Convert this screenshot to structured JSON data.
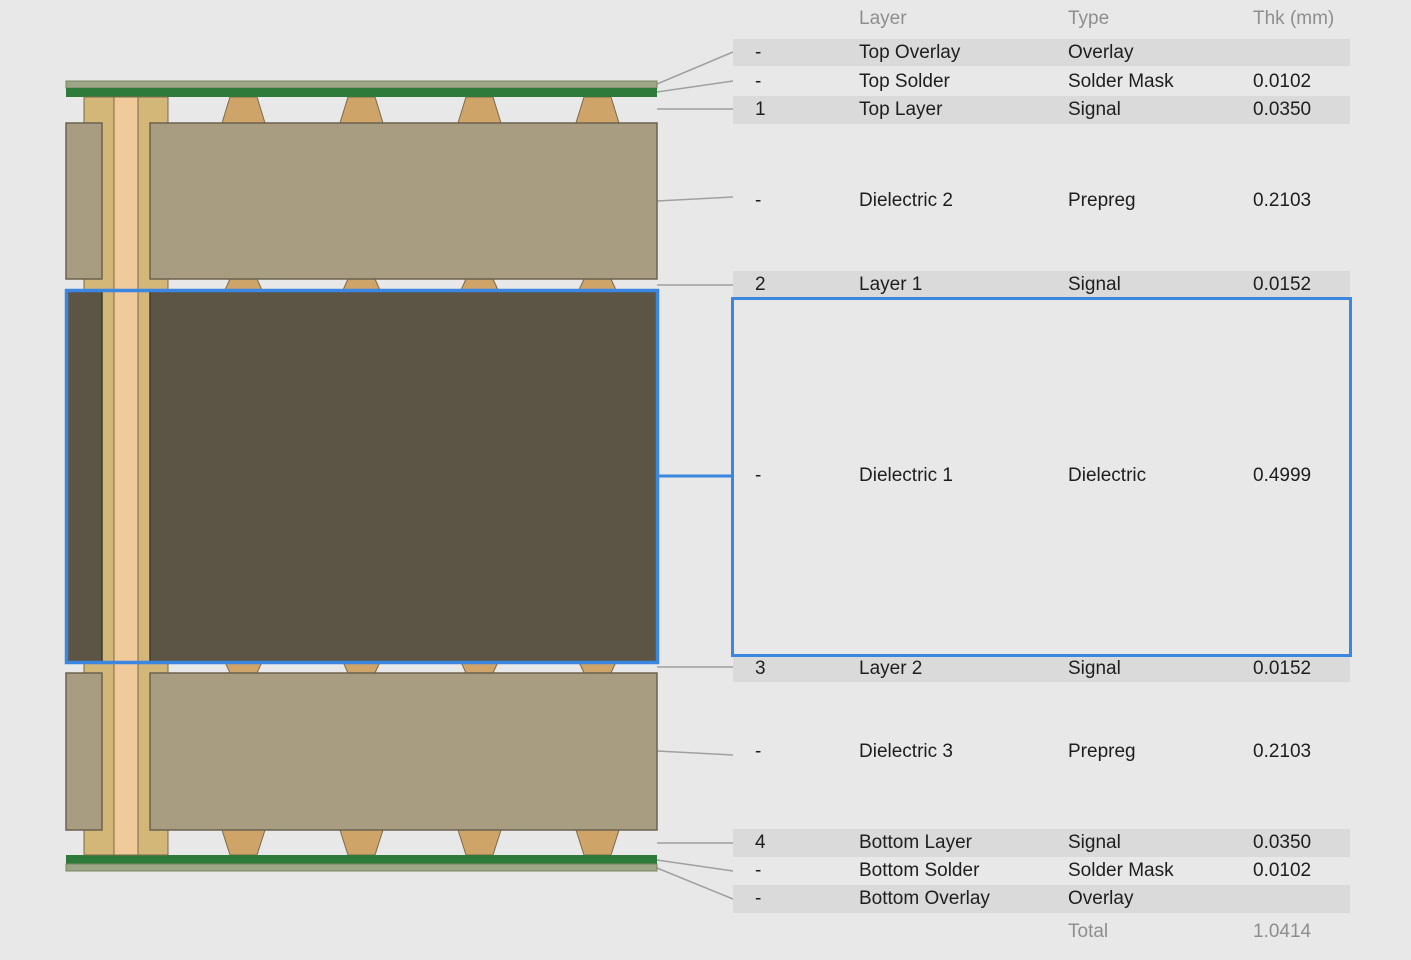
{
  "header": {
    "layer_label": "Layer",
    "type_label": "Type",
    "thk_label": "Thk (mm)"
  },
  "rows": [
    {
      "num": "-",
      "layer": "Top Overlay",
      "type": "Overlay",
      "thk": ""
    },
    {
      "num": "-",
      "layer": "Top Solder",
      "type": "Solder Mask",
      "thk": "0.0102"
    },
    {
      "num": "1",
      "layer": "Top Layer",
      "type": "Signal",
      "thk": "0.0350"
    },
    {
      "num": "-",
      "layer": "Dielectric 2",
      "type": "Prepreg",
      "thk": "0.2103"
    },
    {
      "num": "2",
      "layer": "Layer 1",
      "type": "Signal",
      "thk": "0.0152"
    },
    {
      "num": "-",
      "layer": "Dielectric 1",
      "type": "Dielectric",
      "thk": "0.4999"
    },
    {
      "num": "3",
      "layer": "Layer 2",
      "type": "Signal",
      "thk": "0.0152"
    },
    {
      "num": "-",
      "layer": "Dielectric 3",
      "type": "Prepreg",
      "thk": "0.2103"
    },
    {
      "num": "4",
      "layer": "Bottom Layer",
      "type": "Signal",
      "thk": "0.0350"
    },
    {
      "num": "-",
      "layer": "Bottom Solder",
      "type": "Solder Mask",
      "thk": "0.0102"
    },
    {
      "num": "-",
      "layer": "Bottom Overlay",
      "type": "Overlay",
      "thk": ""
    }
  ],
  "total": {
    "label": "Total",
    "value": "1.0414"
  },
  "selected_row": "Dielectric 1",
  "colors": {
    "background": "#e8e8e8",
    "row_shade": "#dadada",
    "overlay": "#9ca585",
    "solder_mask": "#2e7a3a",
    "copper": "#cfa468",
    "prepreg": "#a89d80",
    "core": "#5c5545",
    "via_plating": "#d3b778",
    "via_hole": "#f0ca9a",
    "selection": "#3a86e0",
    "leader_line": "#a0a0a0"
  }
}
